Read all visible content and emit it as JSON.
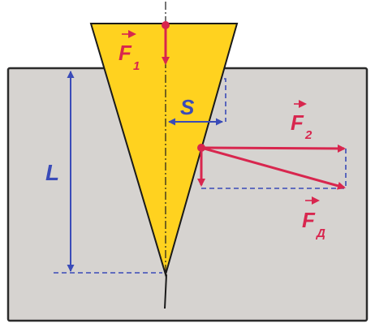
{
  "labels": {
    "f1": {
      "main": "F",
      "sub": "1"
    },
    "f2": {
      "main": "F",
      "sub": "2"
    },
    "fd": {
      "main": "F",
      "sub": "Д"
    },
    "length": "L",
    "spread": "S"
  },
  "colors": {
    "block_fill": "#d6d3d0",
    "block_stroke": "#2b2b2b",
    "wedge_fill": "#ffd21f",
    "wedge_stroke": "#1a1a1a",
    "force": "#d8264e",
    "dimension": "#3a4bb8",
    "axis": "#1a1a1a"
  },
  "icons": {
    "force_arrow": "arrow-icon",
    "vector_mark": "right-arrow-overline"
  }
}
